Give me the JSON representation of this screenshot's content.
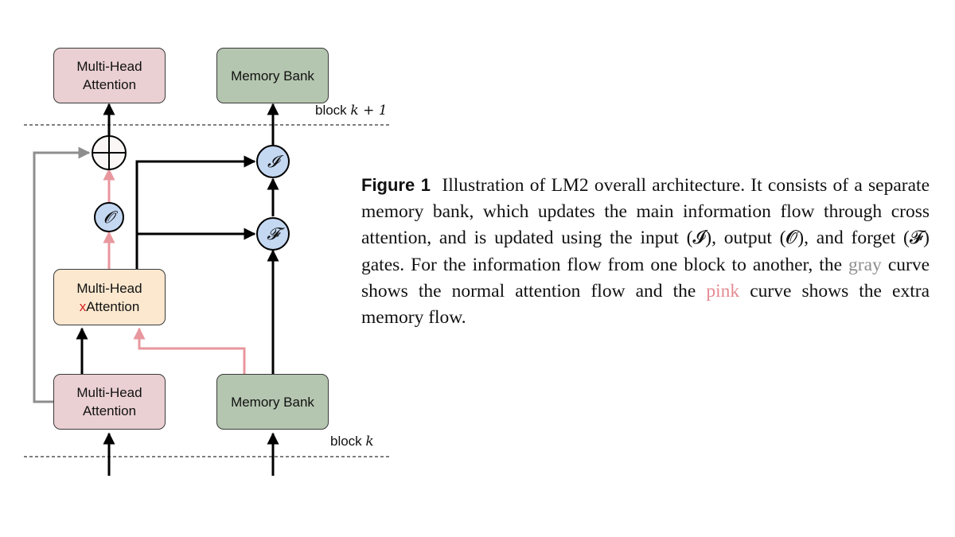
{
  "diagram": {
    "top_left_box": {
      "line1": "Multi-Head",
      "line2": "Attention"
    },
    "top_right_box": "Memory Bank",
    "top_block_label": {
      "prefix": "block ",
      "math": "k + 1"
    },
    "xattn_box": {
      "line1": "Multi-Head",
      "x": "x",
      "rest": "Attention"
    },
    "bottom_left_box": {
      "line1": "Multi-Head",
      "line2": "Attention"
    },
    "bottom_right_box": "Memory Bank",
    "bottom_block_label": {
      "prefix": "block ",
      "math": "k"
    },
    "gates": {
      "input": "𝓘",
      "output": "𝓞",
      "forget": "𝓕"
    },
    "colors": {
      "attention_box": "#ead0d3",
      "memory_box": "#b5c6b0",
      "xattention_box": "#fbe8cf",
      "gate_fill": "#c4d8f2",
      "gray_flow": "#8e8e8e",
      "pink_flow": "#e8979e",
      "x_mark": "#d42020"
    }
  },
  "caption": {
    "label": "Figure 1",
    "part1": "Illustration of LM2 overall architecture. It consists of a separate memory bank, which updates the main information flow through cross attention, and is updated using the input (",
    "sym_i": "𝓘",
    "part2": "), output (",
    "sym_o": "𝓞",
    "part3": "), and forget (",
    "sym_f": "𝓕",
    "part4": ") gates. For the information flow from one block to another, the ",
    "gray_word": "gray",
    "part5": " curve shows the normal attention flow and the ",
    "pink_word": "pink",
    "part6": " curve shows the extra memory flow."
  }
}
